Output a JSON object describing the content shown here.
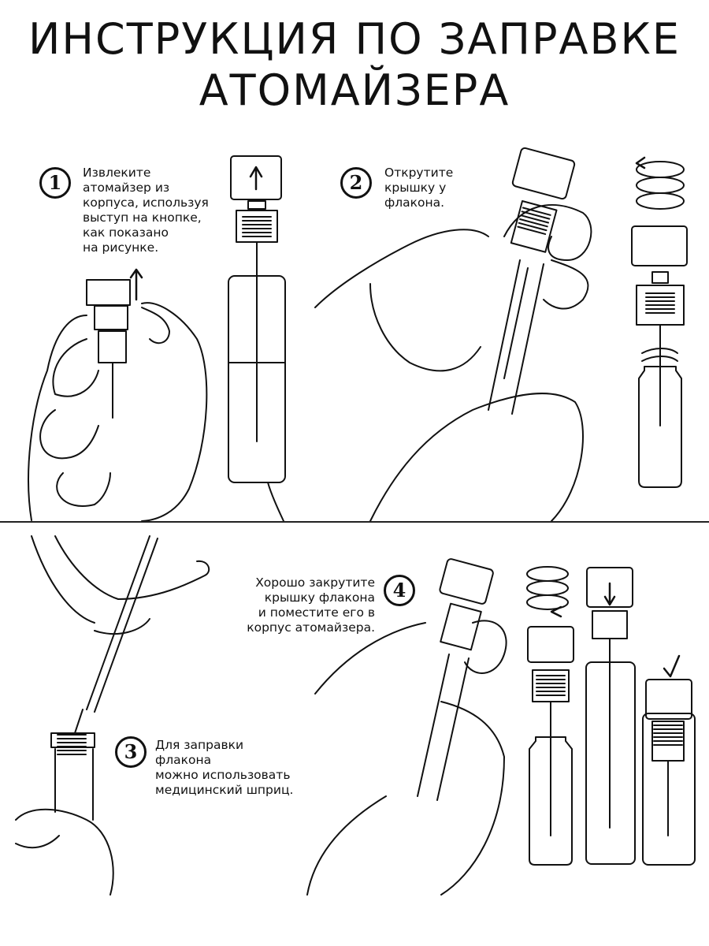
{
  "title": {
    "line1": "ИНСТРУКЦИЯ ПО ЗАПРАВКЕ",
    "line2": "АТОМАЙЗЕРА"
  },
  "steps": [
    {
      "number": "1",
      "text": "Извлеките\nатомайзер из\nкорпуса, используя\nвыступ на кнопке,\nкак показано\nна рисунке."
    },
    {
      "number": "2",
      "text": "Открутите\nкрышку у\nфлакона."
    },
    {
      "number": "3",
      "text": "Для заправки\nфлакона\nможно использовать\nмедицинский шприц."
    },
    {
      "number": "4",
      "text": "Хорошо закрутите\nкрышку флакона\nи поместите его в\nкорпус атомайзера."
    }
  ],
  "colors": {
    "ink": "#111111",
    "background": "#ffffff"
  }
}
